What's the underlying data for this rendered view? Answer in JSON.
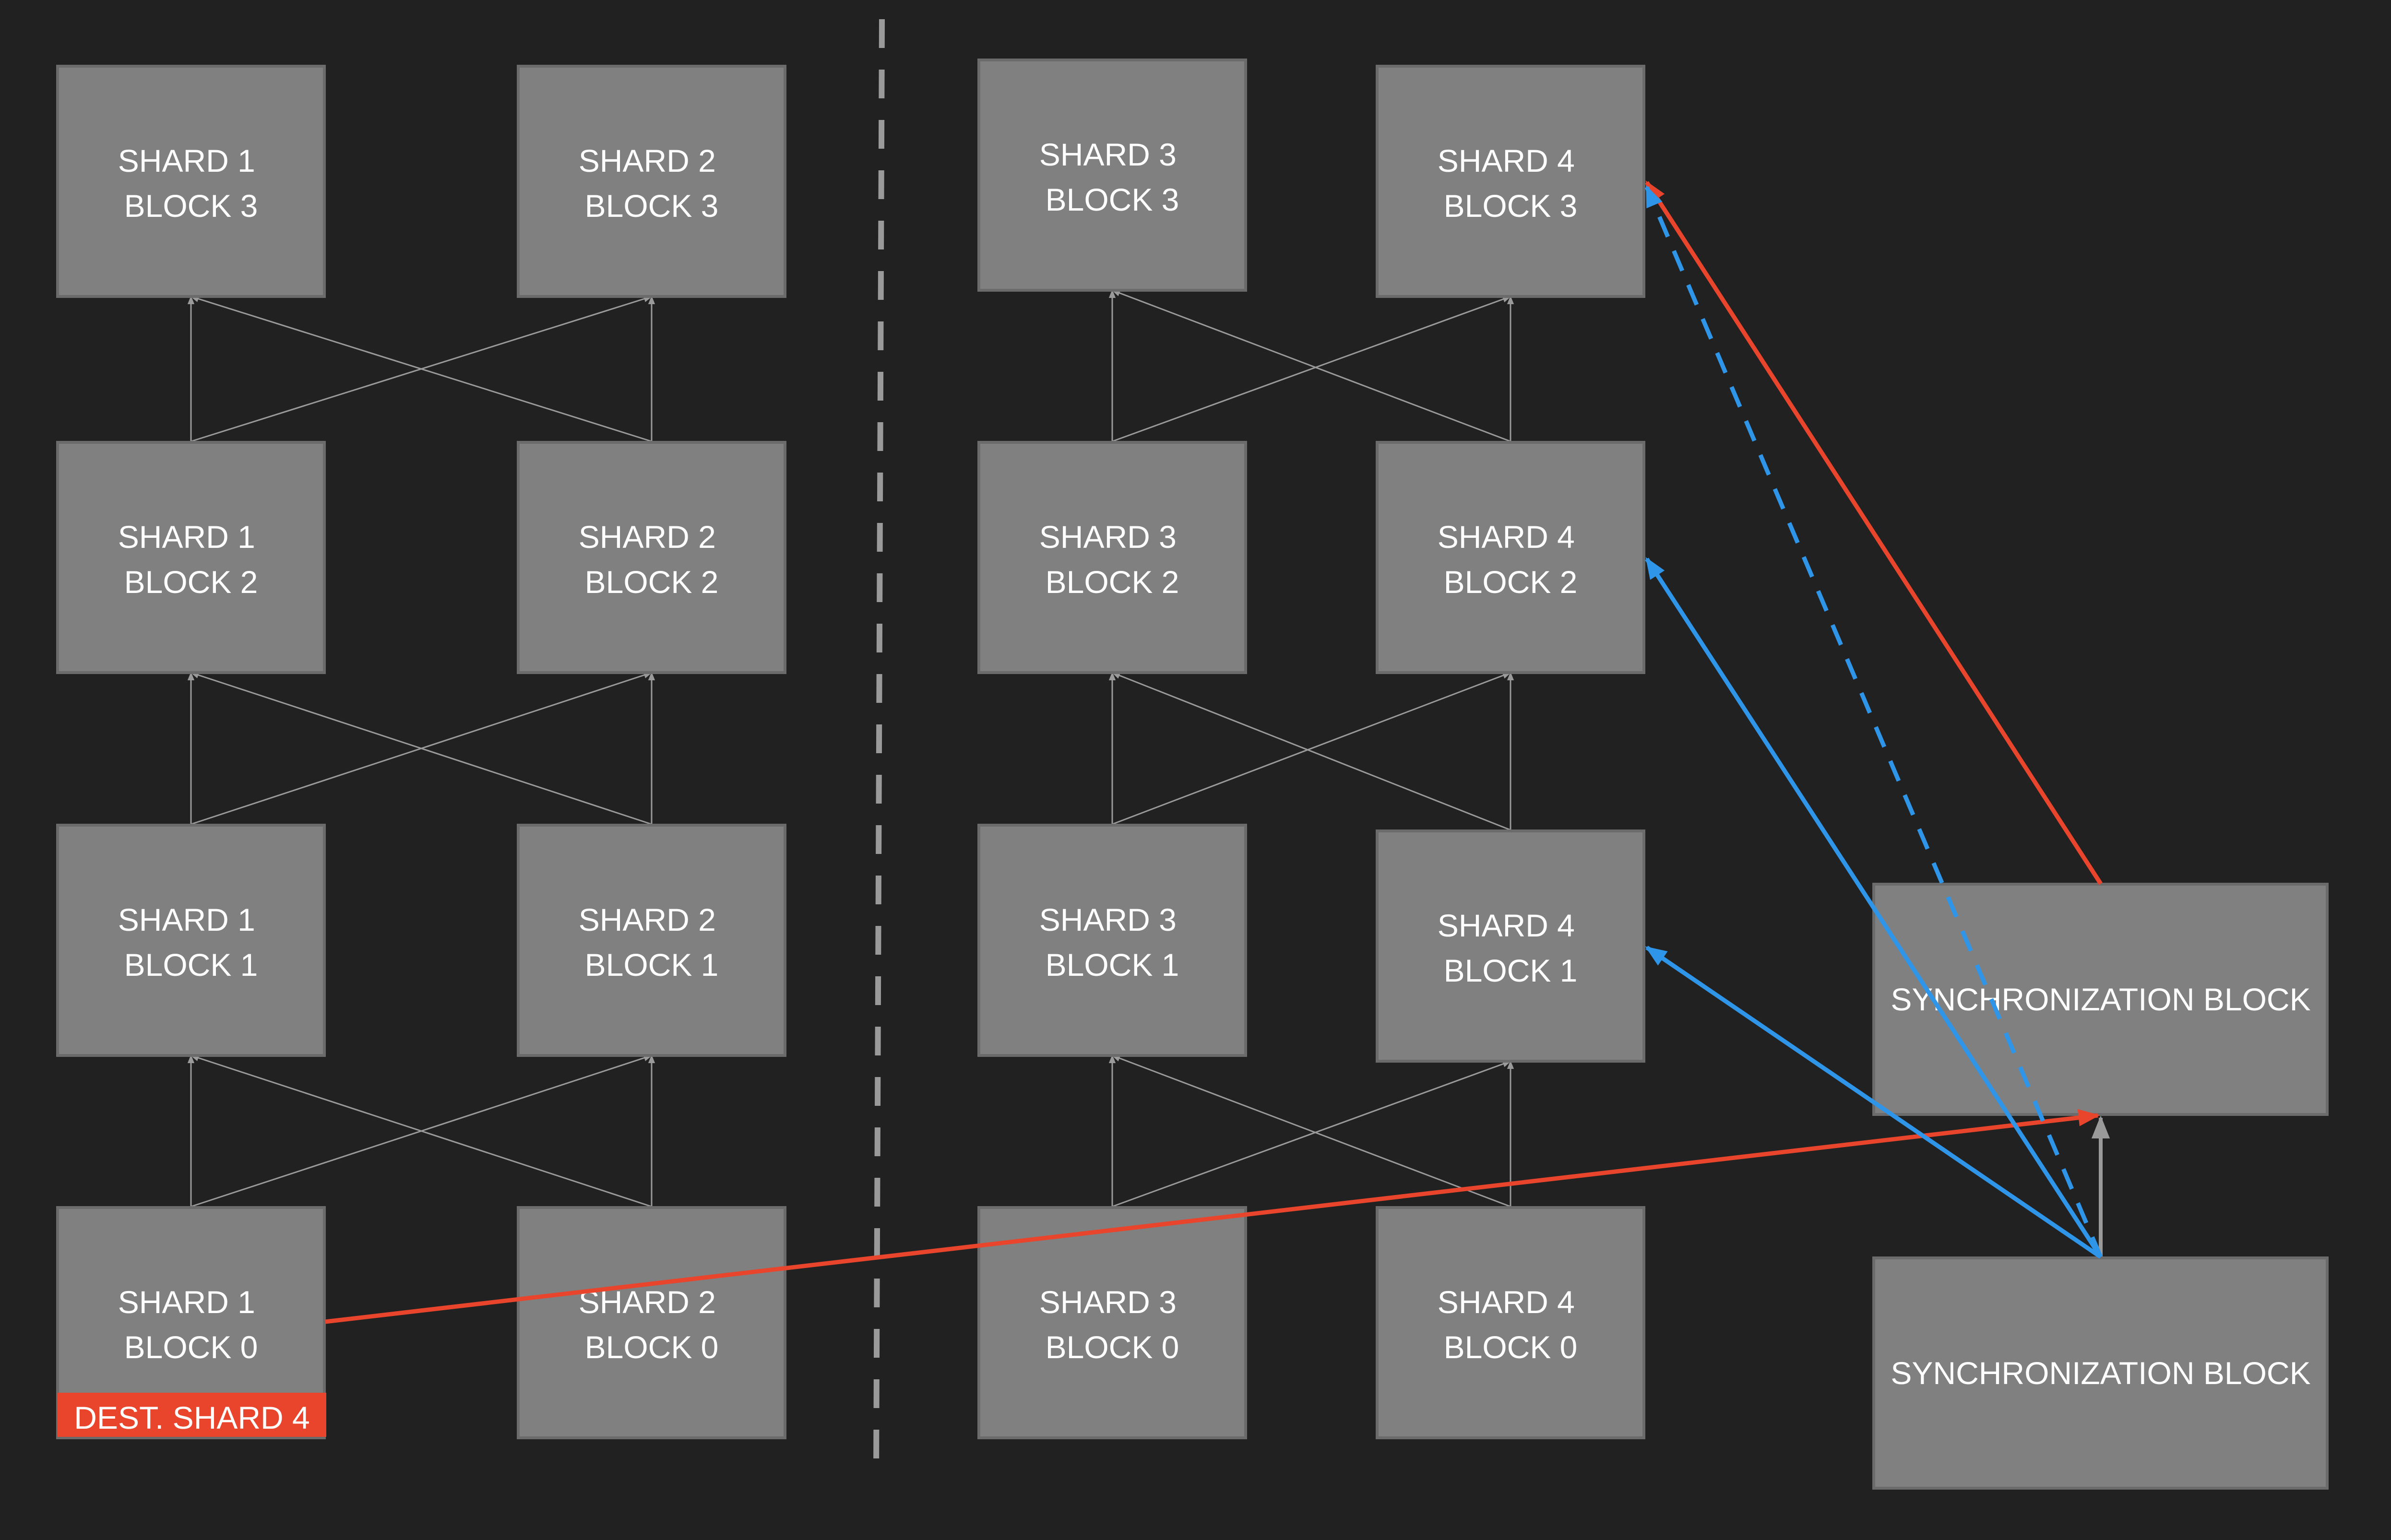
{
  "colors": {
    "background": "#212121",
    "block_fill": "#808080",
    "block_border": "#6b6b6b",
    "divider": "#9a9a9a",
    "link_gray": "#9a9a9a",
    "cross_shard_red": "#e8452c",
    "sync_blue": "#2f95e8",
    "text": "#ffffff"
  },
  "blocks": {
    "s1b3": [
      "SHARD 1",
      "BLOCK 3"
    ],
    "s2b3": [
      "SHARD 2",
      "BLOCK 3"
    ],
    "s3b3": [
      "SHARD 3",
      "BLOCK 3"
    ],
    "s4b3": [
      "SHARD 4",
      "BLOCK 3"
    ],
    "s1b2": [
      "SHARD 1",
      "BLOCK 2"
    ],
    "s2b2": [
      "SHARD 2",
      "BLOCK 2"
    ],
    "s3b2": [
      "SHARD 3",
      "BLOCK 2"
    ],
    "s4b2": [
      "SHARD 4",
      "BLOCK 2"
    ],
    "s1b1": [
      "SHARD 1",
      "BLOCK 1"
    ],
    "s2b1": [
      "SHARD 2",
      "BLOCK 1"
    ],
    "s3b1": [
      "SHARD 3",
      "BLOCK 1"
    ],
    "s4b1": [
      "SHARD 4",
      "BLOCK 1"
    ],
    "s1b0": [
      "SHARD 1",
      "BLOCK 0"
    ],
    "s2b0": [
      "SHARD 2",
      "BLOCK 0"
    ],
    "s3b0": [
      "SHARD 3",
      "BLOCK 0"
    ],
    "s4b0": [
      "SHARD 4",
      "BLOCK 0"
    ]
  },
  "sync_blocks": {
    "upper": "SYNCHRONIZATION BLOCK",
    "lower": "SYNCHRONIZATION BLOCK"
  },
  "destination_tag": "DEST. SHARD 4"
}
